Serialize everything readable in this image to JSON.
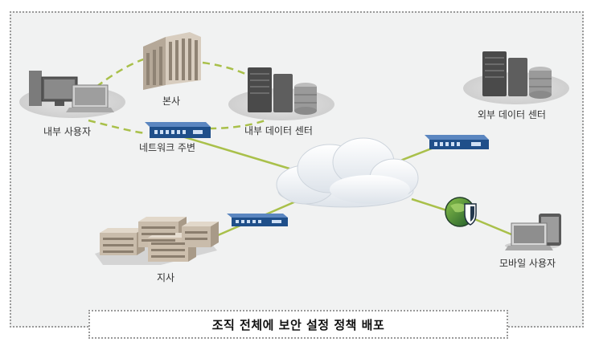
{
  "labels": {
    "internal_user": "내부 사용자",
    "hq": "본사",
    "internal_dc": "내부 데이터 센터",
    "network_perimeter": "네트워크 주변",
    "external_dc": "외부 데이터 센터",
    "branch": "지사",
    "mobile_user": "모바일 사용자"
  },
  "caption": "조직 전체에 보안 설정 정책 배포",
  "colors": {
    "link_line": "#a9c04a",
    "firewall_blue": "#1f4f8a",
    "ellipse": "#d9d9d9",
    "background": "#f1f2f2"
  },
  "icons": {
    "users": "desktop-laptop-icon",
    "hq": "building-icon",
    "dc": "server-database-icon",
    "firewall": "firewall-appliance-icon",
    "cloud": "cloud-icon",
    "branch": "office-buildings-icon",
    "shield": "globe-shield-icon",
    "mobile": "mobile-devices-icon"
  }
}
